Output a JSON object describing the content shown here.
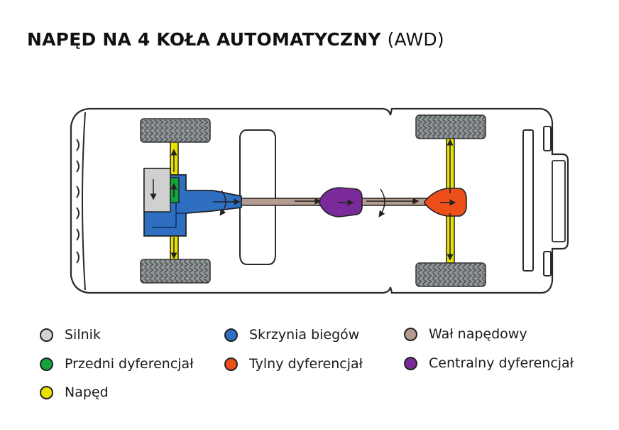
{
  "title": {
    "main": "NAPĘD NA 4 KOŁA AUTOMATYCZNY",
    "suffix": "(AWD)"
  },
  "components": {
    "engine": "#d0d0d0",
    "gearbox": "#2e6fc2",
    "front_differential": "#13a33c",
    "center_differential": "#7a2a9a",
    "rear_differential": "#ec4f1a",
    "driveshaft": "#b39b8f",
    "drive": "#e8e200",
    "tire": "#8e9699"
  },
  "legend": [
    {
      "label": "Silnik",
      "color": "#d3d3d3"
    },
    {
      "label": "Przedni dyferencjał",
      "color": "#13a33c"
    },
    {
      "label": "Napęd",
      "color": "#e8e200"
    },
    {
      "label": "Skrzynia biegów",
      "color": "#2e6fc2"
    },
    {
      "label": "Tylny dyferencjał",
      "color": "#ec4f1a"
    },
    {
      "label": "Wał napędowy",
      "color": "#b39b8f"
    },
    {
      "label": "Centralny dyferencjał",
      "color": "#7a2a9a"
    }
  ]
}
